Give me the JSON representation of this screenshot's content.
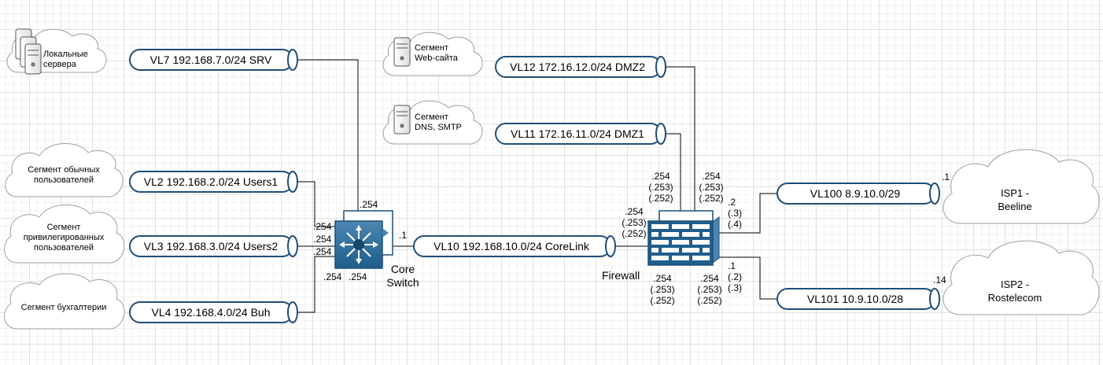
{
  "segments": {
    "servers": "Локальные\nсервера",
    "users": "Сегмент обычных\nпользователей",
    "privileged": "Сегмент\nпривилегированных\nпользователей",
    "buh": "Сегмент бухгалтерии",
    "web": "Сегмент\nWeb-сайта",
    "dns": "Сегмент\nDNS, SMTP"
  },
  "vlans": {
    "vl7": "VL7 192.168.7.0/24 SRV",
    "vl2": "VL2 192.168.2.0/24 Users1",
    "vl3": "VL3 192.168.3.0/24 Users2",
    "vl4": "VL4 192.168.4.0/24 Buh",
    "vl12": "VL12 172.16.12.0/24 DMZ2",
    "vl11": "VL11 172.16.11.0/24 DMZ1",
    "vl10": "VL10 192.168.10.0/24 CoreLink",
    "vl100": "VL100 8.9.10.0/29",
    "vl101": "VL101 10.9.10.0/28"
  },
  "devices": {
    "core_switch": "Core\nSwitch",
    "firewall": "Firewall"
  },
  "isps": {
    "isp1": "ISP1 -\nBeeline",
    "isp2": "ISP2 -\nRostelecom"
  },
  "addresses": {
    "sw_top": ".254",
    "sw_l1": ".254",
    "sw_l2": ".254",
    "sw_l3": ".254",
    "sw_b1": ".254",
    "sw_b2": ".254",
    "sw_r": ".1",
    "fw_left": ".254\n(.253)\n(.252)",
    "fw_top_left": ".254\n(.253)\n(.252)",
    "fw_top_right": ".254\n(.253)\n(.252)",
    "fw_right_top": ".2\n(.3)\n(.4)",
    "fw_right_bot": ".1\n(.2)\n(.3)",
    "fw_bot_left": ".254\n(.253)\n(.252)",
    "fw_bot_right": ".254\n(.253)\n(.252)",
    "isp1_addr": ".1",
    "isp2_addr": ".14"
  }
}
